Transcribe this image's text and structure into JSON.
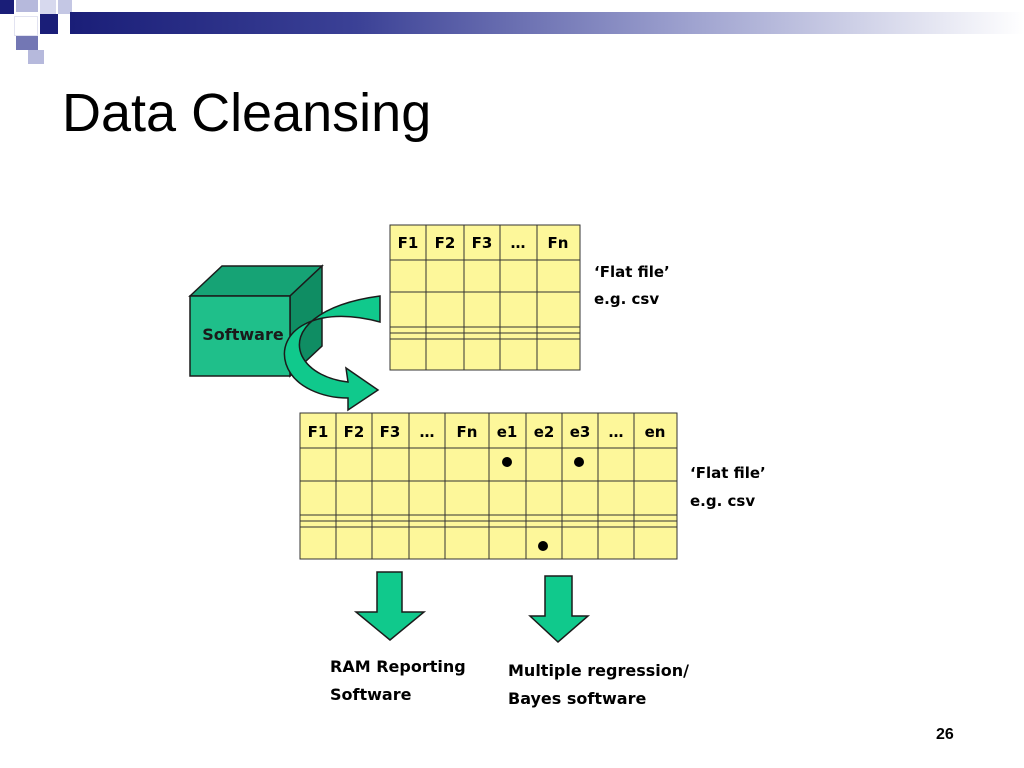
{
  "slide": {
    "title": "Data Cleansing",
    "page_number": "26"
  },
  "software_box": {
    "label": "Software"
  },
  "top_table": {
    "headers": [
      "F1",
      "F2",
      "F3",
      "…",
      "Fn"
    ],
    "note_line1": "‘Flat file’",
    "note_line2": "e.g. csv"
  },
  "bottom_table": {
    "headers": [
      "F1",
      "F2",
      "F3",
      "…",
      "Fn",
      "e1",
      "e2",
      "e3",
      "…",
      "en"
    ],
    "note_line1": "‘Flat file’",
    "note_line2": "e.g. csv"
  },
  "outputs": {
    "left_line1": "RAM Reporting",
    "left_line2": "Software",
    "right_line1": "Multiple regression/",
    "right_line2": "Bayes software"
  },
  "colors": {
    "table_fill": "#fdf79a",
    "box_green": "#1fbf8a",
    "arrow_green": "#10c98c",
    "bar_dark": "#1a1e78"
  }
}
